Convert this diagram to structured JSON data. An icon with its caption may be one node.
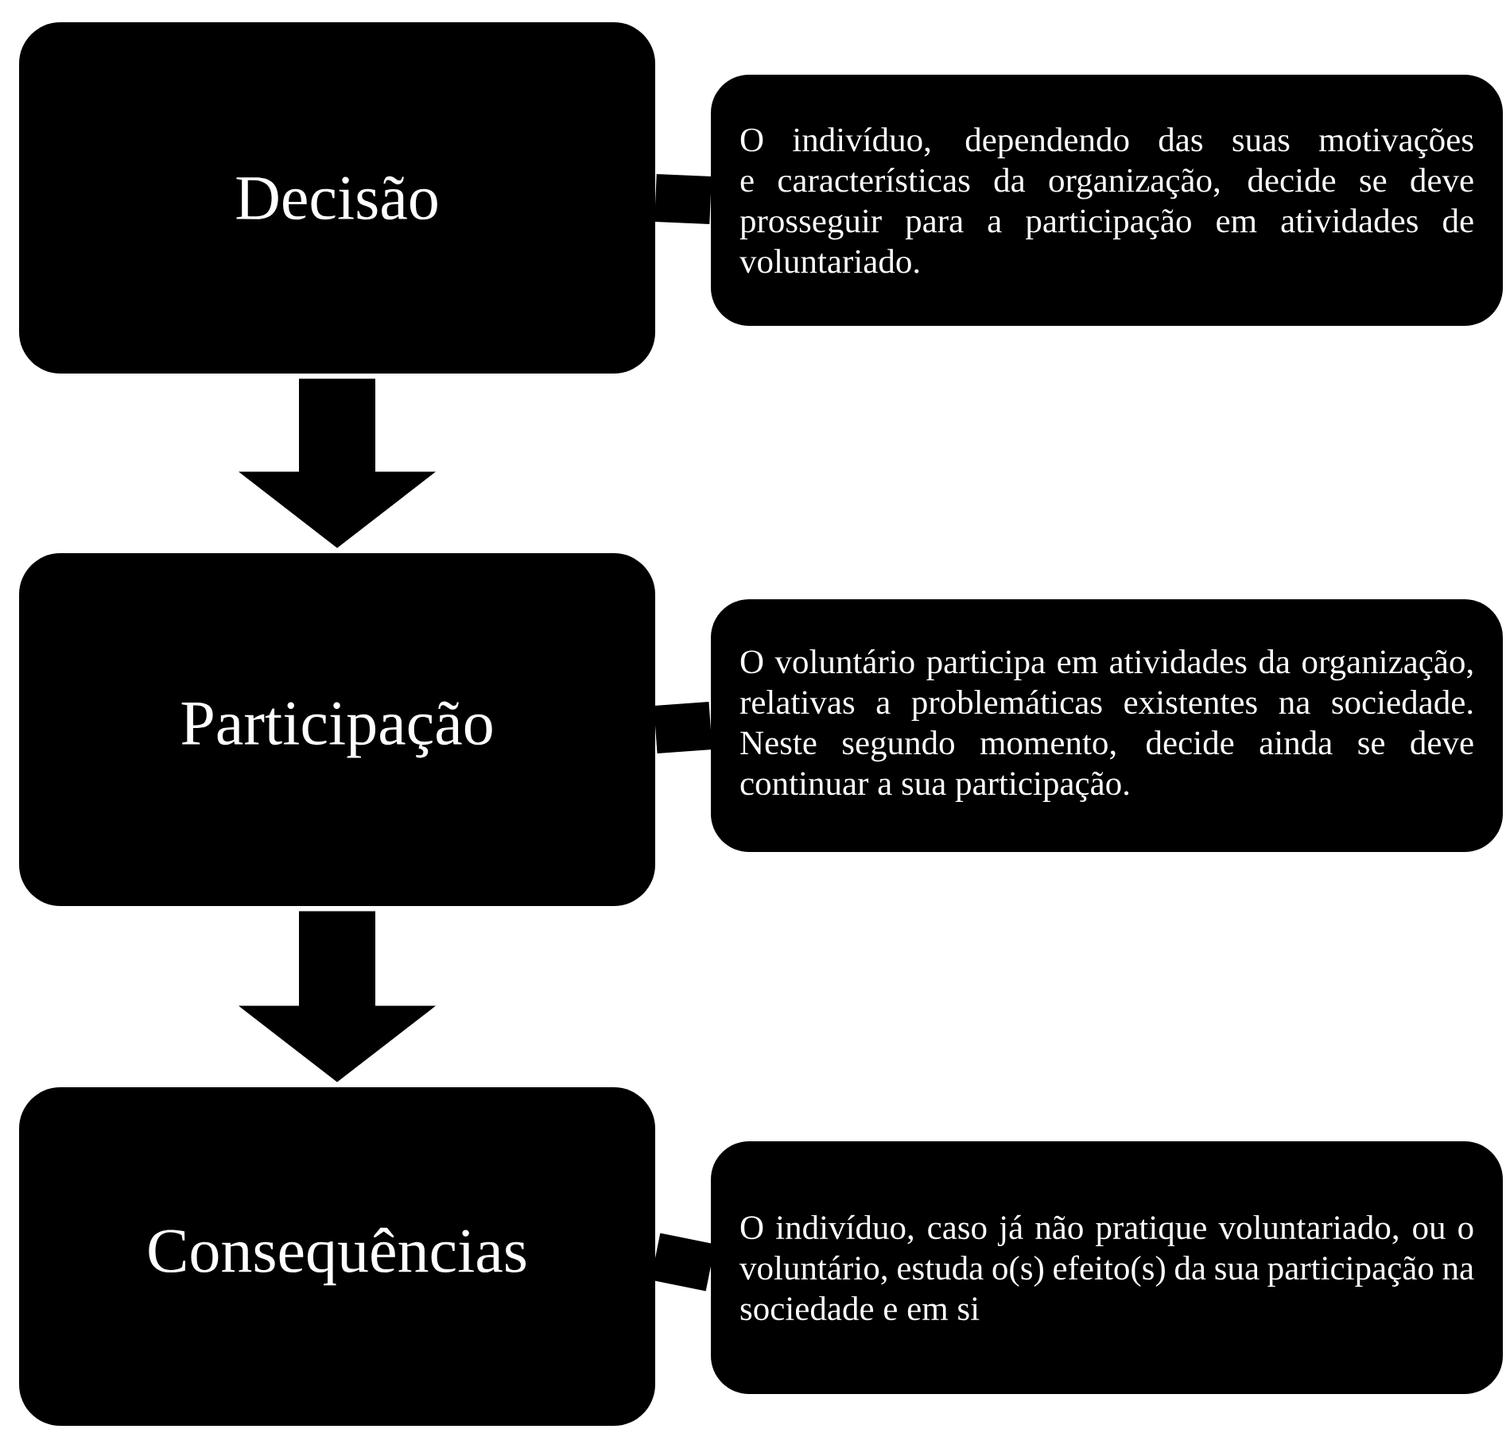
{
  "diagram": {
    "nodes": [
      {
        "text": [
          "Decisão"
        ]
      },
      {
        "text": [
          "O indivíduo, dependendo das suas motivações e características da organização, decide se deve prosseguir para a participação em atividades de voluntariado."
        ]
      },
      {
        "text": [
          "Participação"
        ]
      },
      {
        "text": [
          "O voluntário participa em atividades da organização, relativas a problemáticas existentes na sociedade. Neste segundo momento, decide ainda se deve continuar a sua participação."
        ]
      },
      {
        "text": [
          "Consequências"
        ]
      },
      {
        "text": [
          "O indivíduo, caso já não pratique voluntariado, ou o voluntário, estuda o(s) efeito(s) da sua participação na sociedade e em si"
        ]
      }
    ],
    "edges": [
      {
        "from": 0,
        "to": 1,
        "arrow": "none"
      },
      {
        "from": 0,
        "to": 2,
        "arrow": "to"
      },
      {
        "from": 2,
        "to": 3,
        "arrow": "none"
      },
      {
        "from": 2,
        "to": 4,
        "arrow": "to"
      },
      {
        "from": 4,
        "to": 5,
        "arrow": "none"
      }
    ]
  }
}
